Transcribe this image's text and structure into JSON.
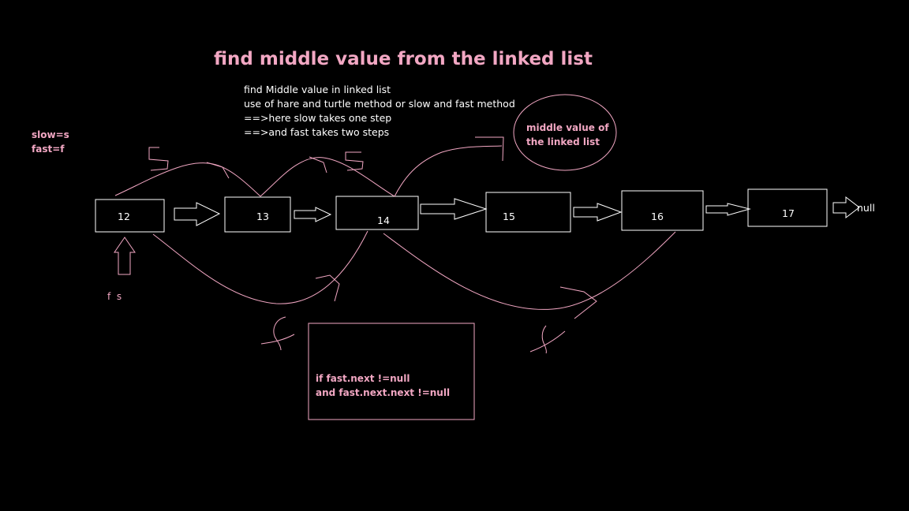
{
  "title": "find middle value from the linked list",
  "notes": [
    "find Middle value in linked list",
    "use of hare and turtle method or slow and fast method",
    "==>here slow takes one step",
    "==>and fast takes two steps"
  ],
  "legend": [
    "slow=s",
    "fast=f"
  ],
  "nodes": [
    "12",
    "13",
    "14",
    "15",
    "16",
    "17"
  ],
  "null_label": "null",
  "pointer_label": "f  s",
  "middle_note": [
    "middle value of",
    "the linked list"
  ],
  "condition": [
    "if fast.next !=null",
    "and fast.next.next !=null"
  ],
  "colors": {
    "background": "#000000",
    "pink": "#f2a7c3",
    "white": "#ffffff"
  }
}
